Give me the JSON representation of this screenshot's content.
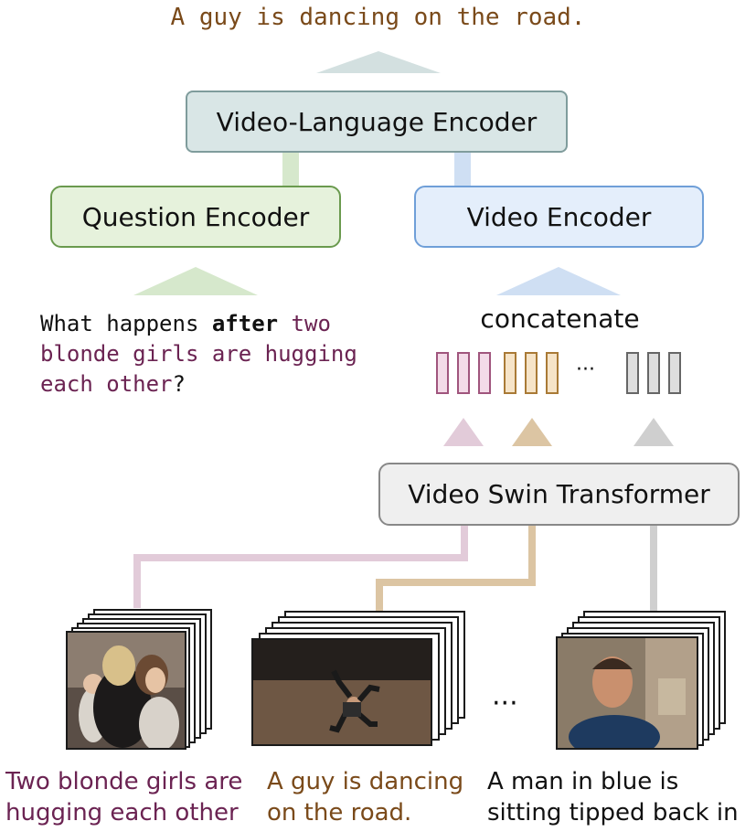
{
  "top_output": "A guy is dancing on the road.",
  "boxes": {
    "vl_encoder": "Video-Language Encoder",
    "question_encoder": "Question Encoder",
    "video_encoder": "Video Encoder",
    "swin": "Video Swin Transformer"
  },
  "question": {
    "part1": "What happens ",
    "part2": "after",
    "part3": "two blonde girls are hugging each other",
    "part4": "?"
  },
  "concat_label": "concatenate",
  "token_ellipsis": "···",
  "clip_ellipsis": "···",
  "captions": {
    "clip1": "Two blonde girls are hugging each other",
    "clip2": "A guy is dancing on the road.",
    "clip3": "A man in blue is sitting tipped back in a chair."
  },
  "colors": {
    "purple": "#6b2352",
    "brown": "#7a4a1a",
    "purple_light": "#e2cbd9",
    "tan_light": "#dcc5a3",
    "gray_light": "#cfcfcf",
    "green_fill": "#e6f2dc",
    "green_border": "#6a9a4e",
    "blue_fill": "#e4eefb",
    "blue_border": "#6f9fd8",
    "teal_fill": "#d9e6e6",
    "teal_border": "#7f9c9c",
    "gray_fill": "#efefef",
    "gray_border": "#888888"
  }
}
